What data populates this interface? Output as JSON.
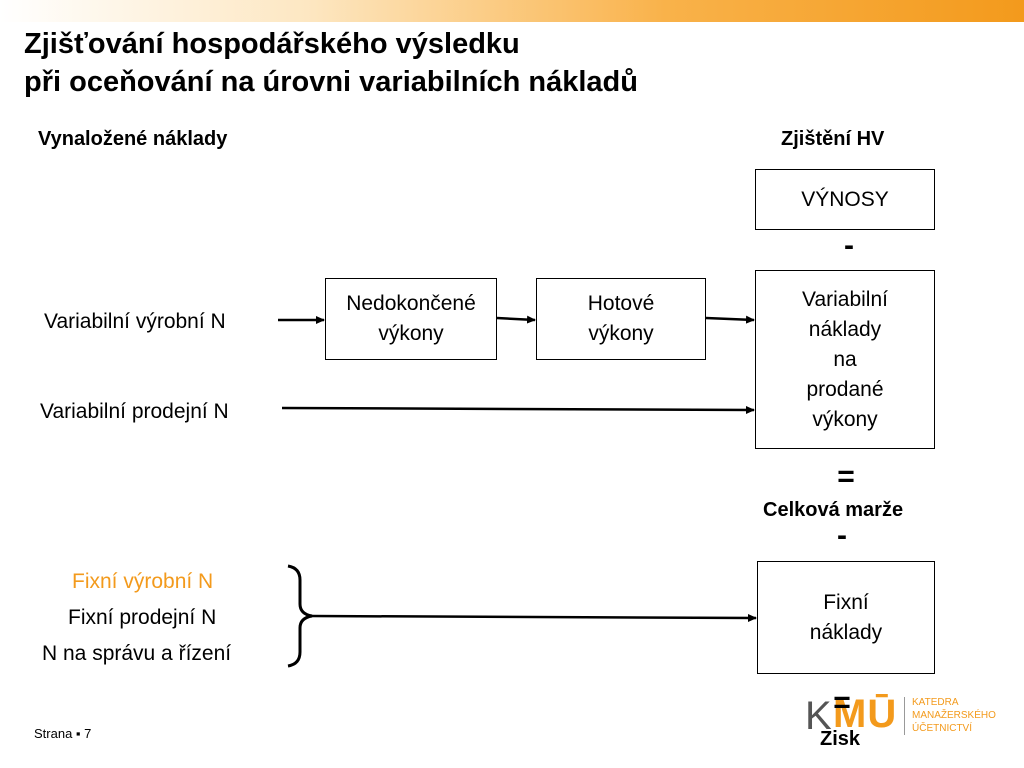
{
  "title": {
    "line1": "Zjišťování hospodářského výsledku",
    "line2": "při oceňování na úrovni variabilních nákladů"
  },
  "headers": {
    "left": "Vynaložené náklady",
    "right": "Zjištění HV"
  },
  "costs": {
    "variable_production": "Variabilní výrobní N",
    "variable_sales": "Variabilní prodejní N",
    "fixed_production": "Fixní výrobní N",
    "fixed_sales": "Fixní prodejní N",
    "admin": "N na správu a řízení"
  },
  "boxes": {
    "wip": "Nedokončené\nvýkony",
    "finished": "Hotové\nvýkony",
    "revenue": "VÝNOSY",
    "variable_costs_sold": "Variabilní\nnáklady\nna\nprodané\nvýkony",
    "fixed_costs": "Fixní\nnáklady"
  },
  "operators": {
    "minus1": "-",
    "equals1": "=",
    "minus2": "-",
    "equals2": "="
  },
  "results": {
    "margin": "Celková marže",
    "profit": "Zisk"
  },
  "footer": {
    "page": "Strana ▪ 7"
  },
  "logo": {
    "k": "K",
    "mu": "MŪ",
    "dept_line1": "KATEDRA",
    "dept_line2": "MANAŽERSKÉHO",
    "dept_line3": "ÚČETNICTVÍ"
  },
  "colors": {
    "accent": "#f39a1c",
    "text": "#000000",
    "highlight_text": "#f39a1c"
  }
}
